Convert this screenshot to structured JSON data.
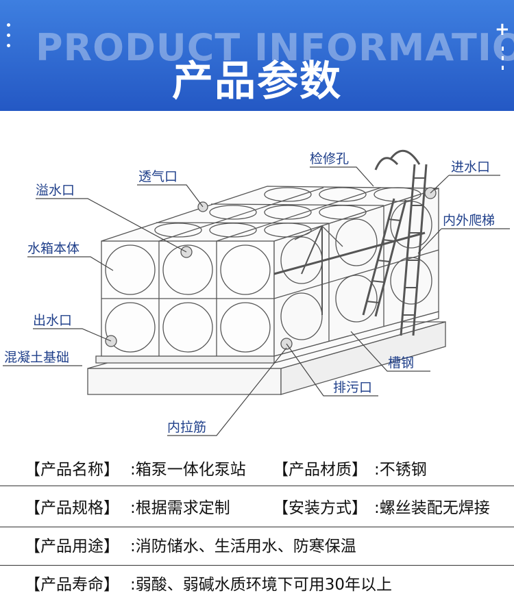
{
  "banner": {
    "watermark": "PRODUCT INFORMATION",
    "title": "产品参数"
  },
  "diagram": {
    "labels": {
      "overflow": "溢水口",
      "vent": "透气口",
      "manhole": "检修孔",
      "inlet": "进水口",
      "ladder": "内外爬梯",
      "tank_body": "水箱本体",
      "outlet": "出水口",
      "foundation": "混凝土基础",
      "channel_steel": "槽钢",
      "drain": "排污口",
      "tie_rod": "内拉筋"
    }
  },
  "specs": [
    {
      "key1": "【产品名称】",
      "val1": ":箱泵一体化泵站",
      "key2": "【产品材质】",
      "val2": ":不锈钢"
    },
    {
      "key1": "【产品规格】",
      "val1": ":根据需求定制",
      "key2": "【安装方式】",
      "val2": ":螺丝装配无焊接"
    },
    {
      "key1": "【产品用途】",
      "val1": ":消防储水、生活用水、防寒保温"
    },
    {
      "key1": "【产品寿命】",
      "val1": ":弱酸、弱碱水质环境下可用30年以上"
    }
  ],
  "colors": {
    "banner": "#2f6bd6",
    "label": "#1f3f8a",
    "line": "#444444"
  }
}
